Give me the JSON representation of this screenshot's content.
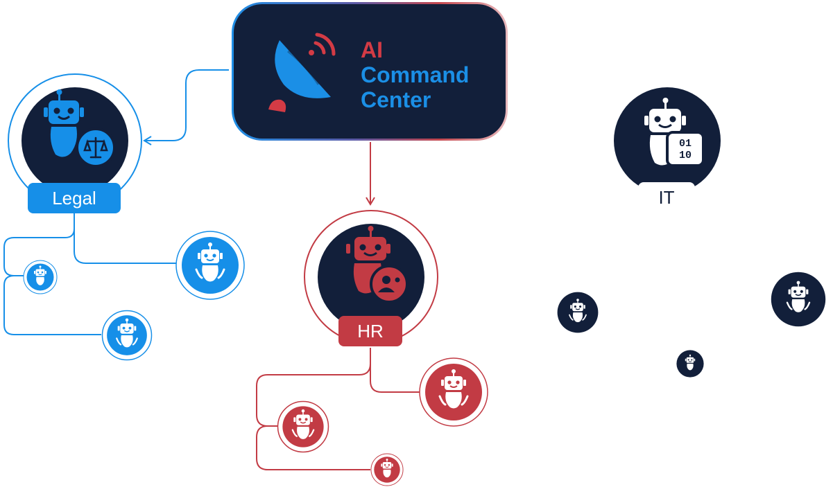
{
  "hub": {
    "title_line1": "AI",
    "title_line2": "Command",
    "title_line3": "Center"
  },
  "departments": {
    "legal": {
      "label": "Legal",
      "badge_icon": "scales-icon"
    },
    "hr": {
      "label": "HR",
      "badge_icon": "user-gear-icon"
    },
    "it": {
      "label": "IT",
      "badge_icon": "binary-icon",
      "badge_text_top": "01",
      "badge_text_bottom": "10"
    }
  },
  "colors": {
    "navy": "#121f3a",
    "blue": "#168fe8",
    "red": "#c23b44",
    "white": "#ffffff"
  },
  "icons": {
    "hub_logo": "satellite-dish-icon",
    "agent": "robot-icon"
  }
}
